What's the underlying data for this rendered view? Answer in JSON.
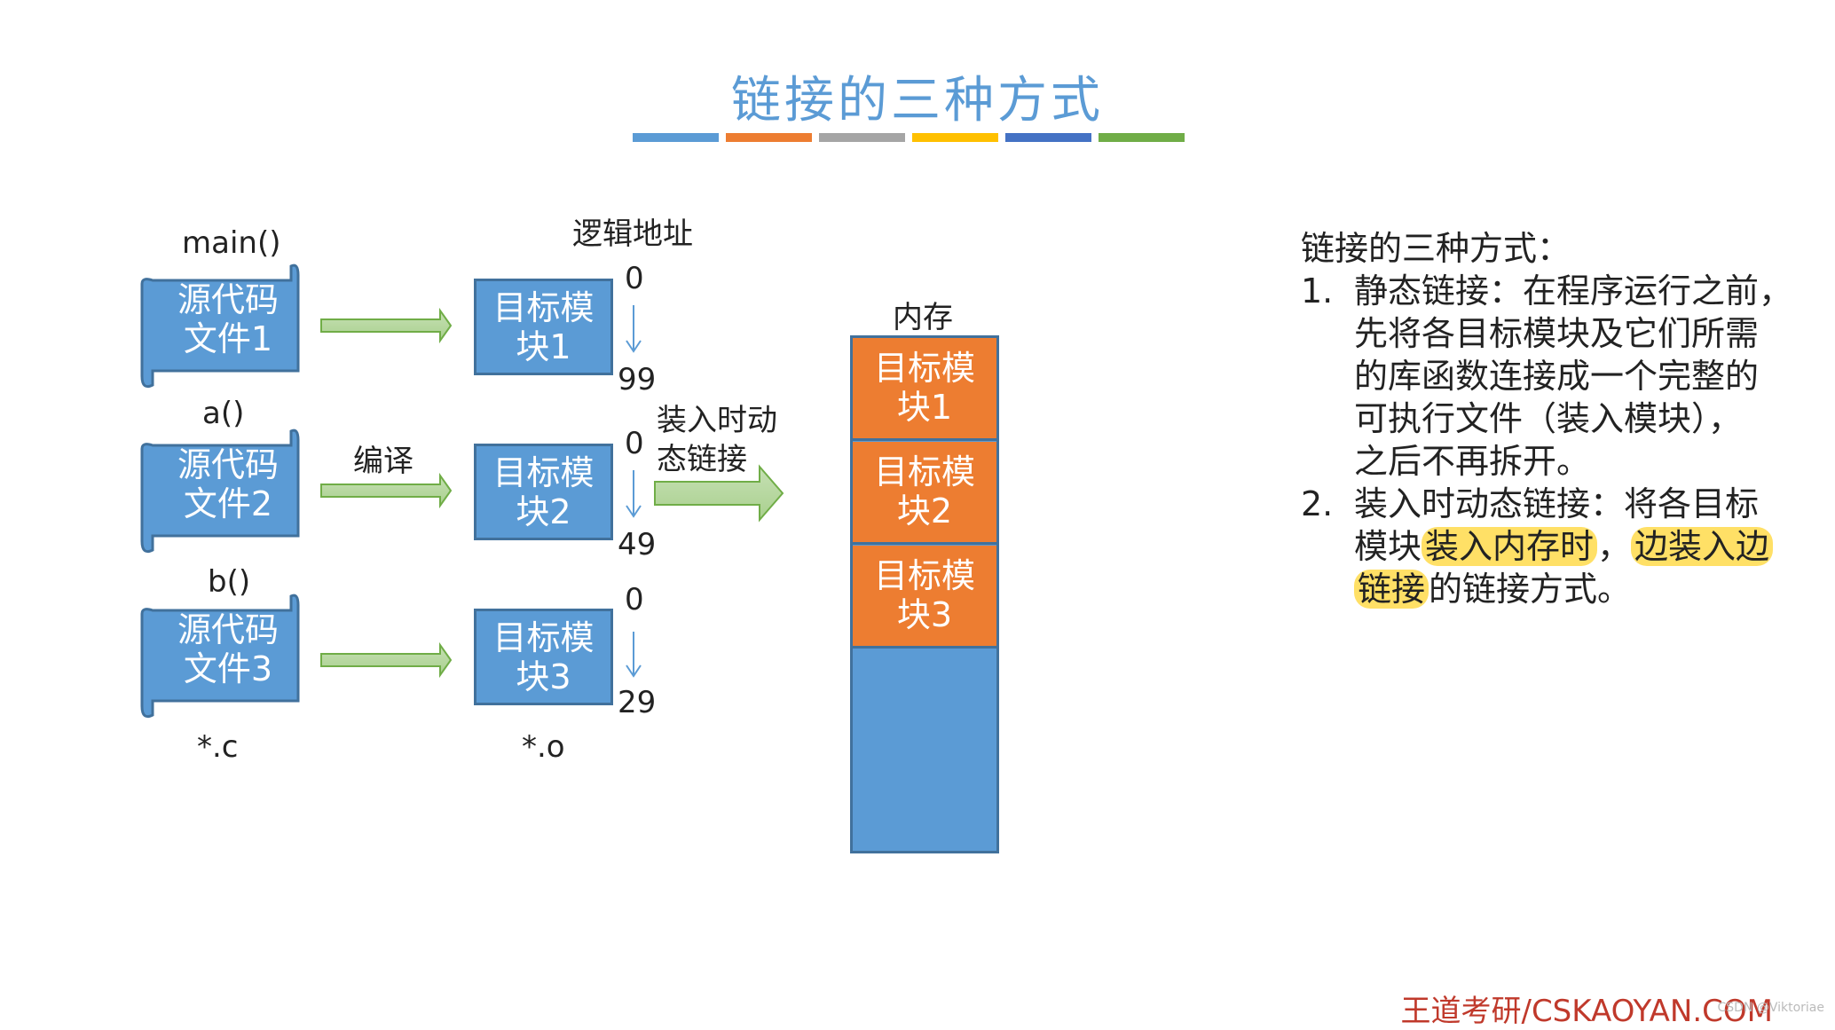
{
  "title": "链接的三种方式",
  "title_bar_colors": [
    "#5b9bd5",
    "#ed7d31",
    "#a5a5a5",
    "#ffc000",
    "#4472c4",
    "#70ad47"
  ],
  "source_files": [
    {
      "func": "main()",
      "line1": "源代码",
      "line2": "文件1"
    },
    {
      "func": "a()",
      "line1": "源代码",
      "line2": "文件2"
    },
    {
      "func": "b()",
      "line1": "源代码",
      "line2": "文件3"
    }
  ],
  "source_ext": "*.c",
  "compile_label": "编译",
  "logical_address_label": "逻辑地址",
  "object_modules": [
    {
      "line1": "目标模",
      "line2": "块1",
      "start": "0",
      "end": "99"
    },
    {
      "line1": "目标模",
      "line2": "块2",
      "start": "0",
      "end": "49"
    },
    {
      "line1": "目标模",
      "line2": "块3",
      "start": "0",
      "end": "29"
    }
  ],
  "object_ext": "*.o",
  "load_link_label_line1": "装入时动",
  "load_link_label_line2": "态链接",
  "memory_label": "内存",
  "memory_blocks": [
    {
      "line1": "目标模",
      "line2": "块1"
    },
    {
      "line1": "目标模",
      "line2": "块2"
    },
    {
      "line1": "目标模",
      "line2": "块3"
    }
  ],
  "right_text": {
    "heading": "链接的三种方式：",
    "item1_num": "1.",
    "item1_lines": [
      "静态链接：在程序运行之前，",
      "先将各目标模块及它们所需",
      "的库函数连接成一个完整的",
      "可执行文件（装入模块），",
      "之后不再拆开。"
    ],
    "item2_num": "2.",
    "item2_line1": "装入时动态链接：将各目标",
    "item2_line2_a": "模块",
    "item2_line2_hl1": "装入内存时",
    "item2_line2_b": "，",
    "item2_line2_hl2": "边装入边",
    "item2_line3_hl": "链接",
    "item2_line3_b": "的链接方式。"
  },
  "footer": "王道考研/CSKAOYAN.COM",
  "watermark": "CSDN @Viktoriae"
}
